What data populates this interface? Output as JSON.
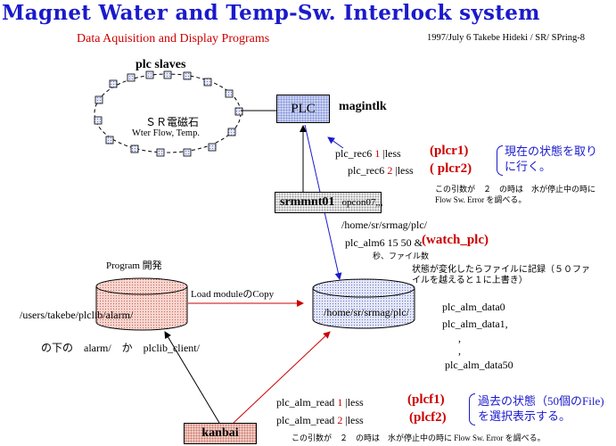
{
  "title": "Magnet Water and Temp-Sw. Interlock system",
  "subtitle": "Data Aquisition and Display Programs",
  "credit": "1997/July 6 Takebe Hideki  / SR/ SPring-8",
  "plc_slaves_label": "plc slaves",
  "ring_label_1": "ＳＲ電磁石",
  "ring_label_2": "Wter Flow, Temp.",
  "plc_box_label": "PLC",
  "magintlk_label": "magintlk",
  "srmmnt_name": "srmmnt01",
  "srmmnt_host": "opcon07,,,",
  "kanbai_label": "kanbai",
  "plc_rec6_1": {
    "cmd": "plc_rec6",
    "arg": "1",
    "pipe": " |less"
  },
  "plc_rec6_2": {
    "cmd": "plc_rec6",
    "arg": "2",
    "pipe": " |less"
  },
  "plcr1": "(plcr1)",
  "plcr2": "( plcr2)",
  "current_state_note": "現在の状態を取りに行く。",
  "rec6_arg_note": "この引数が　２　の時は　水が停止中の時に Flow Sw. Error を調べる。",
  "home_dir": "/home/sr/srmag/plc/",
  "plc_alm6": {
    "cmd": "plc_alm6",
    "args": " 15 50 &"
  },
  "watch_plc": "(watch_plc)",
  "alm6_args_note": "秒、ファイル数",
  "alm6_change_note": "状態が変化したらファイルに記録（５０ファイルを越えると１に上書き）",
  "program_dev_label": "Program 開発",
  "load_module_copy": "Load moduleのCopy",
  "left_disk_path": "/users/takebe/plclib/alarm/",
  "right_disk_path": "/home/sr/srmag/plc/",
  "under_note": {
    "prefix": "の下の　alarm/　か　",
    "name": "plclib_client/"
  },
  "data_files": [
    "plc_alm_data0",
    "plc_alm_data1,",
    ",",
    ",",
    "plc_alm_data50"
  ],
  "plc_alm_read_1": {
    "cmd": "plc_alm_read",
    "arg": "1",
    "pipe": " |less"
  },
  "plc_alm_read_2": {
    "cmd": "plc_alm_read",
    "arg": "2",
    "pipe": " |less"
  },
  "plcf1": "(plcf1)",
  "plcf2": "(plcf2)",
  "past_state_note": "過去の状態（50個のFile)を選択表示する。",
  "read_arg_note": "この引数が　２　の時は　水が停止中の時に Flow Sw. Error を調べる。",
  "colors": {
    "title": "#1a1acc",
    "accent_red": "#cc0000",
    "note_blue": "#1a1acc",
    "plc_fill": "#d4d9f5",
    "kanbai_fill": "#f5d2cc"
  }
}
